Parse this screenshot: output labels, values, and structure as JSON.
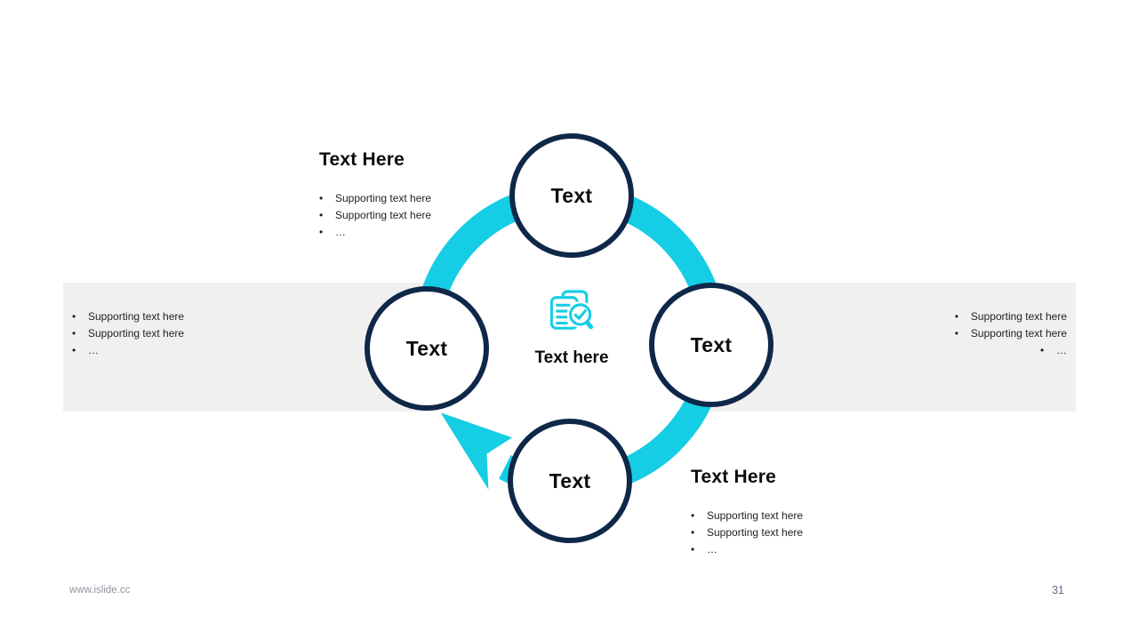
{
  "slide": {
    "bullet_char": "•",
    "colors": {
      "accent": "#15cde4",
      "navy": "#0f2849",
      "band": "#f0f0f1",
      "heading_text": "#0d0d0d",
      "body_text": "#1f1f1f",
      "footer_text": "#8f959d",
      "page_text": "#5d6e80"
    },
    "cycle": {
      "nodes": {
        "top": "Text",
        "right": "Text",
        "bottom": "Text",
        "left": "Text"
      },
      "center": {
        "icon": "documents-magnifier-check-icon",
        "label": "Text here"
      }
    },
    "blocks": {
      "top_left": {
        "title": "Text Here",
        "bullets": [
          "Supporting text here",
          "Supporting text here",
          "…"
        ]
      },
      "left": {
        "bullets": [
          "Supporting text here",
          "Supporting text here",
          "…"
        ]
      },
      "right": {
        "bullets": [
          "Supporting text here",
          "Supporting text here",
          "…"
        ]
      },
      "bottom_right": {
        "title": "Text Here",
        "bullets": [
          "Supporting text here",
          "Supporting text here",
          "…"
        ]
      }
    },
    "footer": {
      "website": "www.islide.cc",
      "page_number": "31"
    }
  }
}
